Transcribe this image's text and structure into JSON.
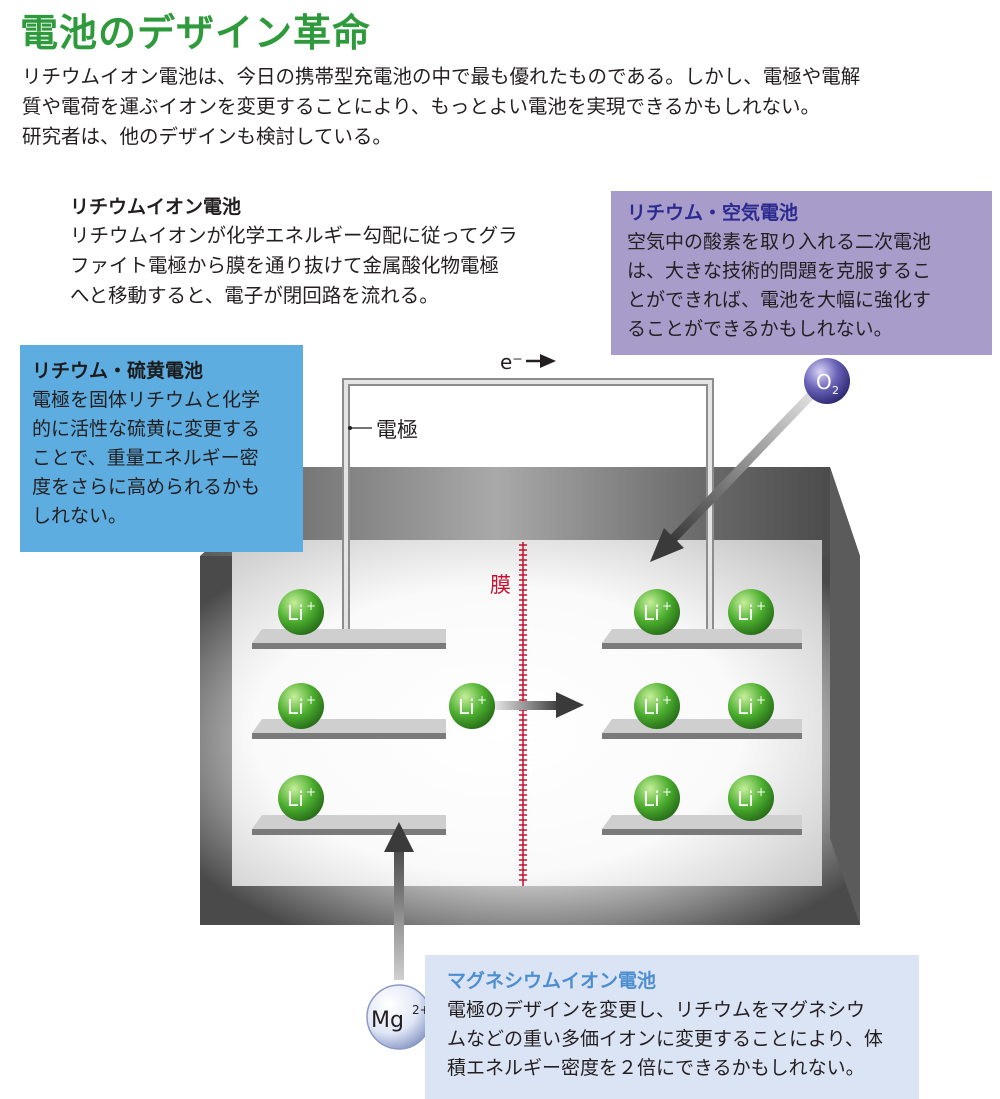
{
  "title": "電池のデザイン革命",
  "intro": [
    "リチウムイオン電池は、今日の携帯型充電池の中で最も優れたものである。しかし、電極や電解",
    "質や電荷を運ぶイオンを変更することにより、もっとよい電池を実現できるかもしれない。",
    "研究者は、他のデザインも検討している。"
  ],
  "li_ion": {
    "heading": "リチウムイオン電池",
    "lines": [
      "リチウムイオンが化学エネルギー勾配に従ってグラ",
      "ファイト電極から膜を通り抜けて金属酸化物電極",
      "へと移動すると、電子が閉回路を流れる。"
    ]
  },
  "li_air": {
    "heading": "リチウム・空気電池",
    "lines": [
      "空気中の酸素を取り入れる二次電池",
      "は、大きな技術的問題を克服するこ",
      "とができれば、電池を大幅に強化す",
      "ることができるかもしれない。"
    ]
  },
  "li_s": {
    "heading": "リチウム・硫黄電池",
    "lines": [
      "電極を固体リチウムと化学",
      "的に活性な硫黄に変更する",
      "ことで、重量エネルギー密",
      "度をさらに高められるかも",
      "しれない。"
    ]
  },
  "mg_ion": {
    "heading": "マグネシウムイオン電池",
    "lines": [
      "電極のデザインを変更し、リチウムをマグネシウ",
      "ムなどの重い多価イオンに変更することにより、体",
      "積エネルギー密度を２倍にできるかもしれない。"
    ]
  },
  "diagram": {
    "electron_label": "e⁻",
    "electrode_label": "電極",
    "membrane_label": "膜",
    "li_ion_label": "Li",
    "li_ion_charge": "+",
    "oxygen_label": "O",
    "oxygen_sub": "2",
    "mg_label": "Mg",
    "mg_charge": "2+",
    "colors": {
      "green_title": "#2e9a3c",
      "air_box": "#a89ccb",
      "sulfur_box": "#5dade1",
      "mg_box": "#dbe4f4",
      "membrane": "#c8102e",
      "li_ion": "#4cae2f"
    }
  }
}
